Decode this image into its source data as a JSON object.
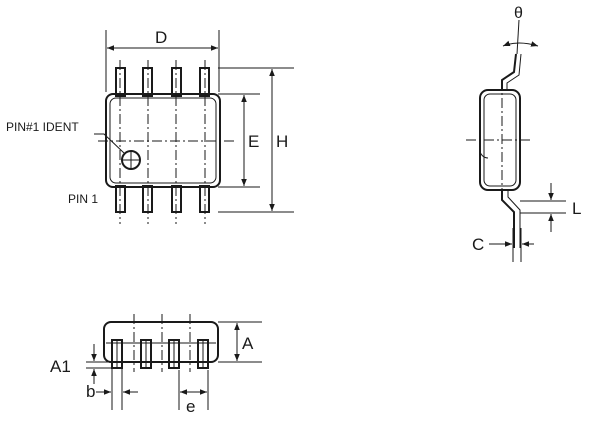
{
  "labels": {
    "D": "D",
    "E": "E",
    "H": "H",
    "pin_ident": "PIN#1 IDENT",
    "pin1": "PIN 1",
    "theta": "θ",
    "L": "L",
    "C": "C",
    "A": "A",
    "A1": "A1",
    "b": "b",
    "e": "e"
  }
}
